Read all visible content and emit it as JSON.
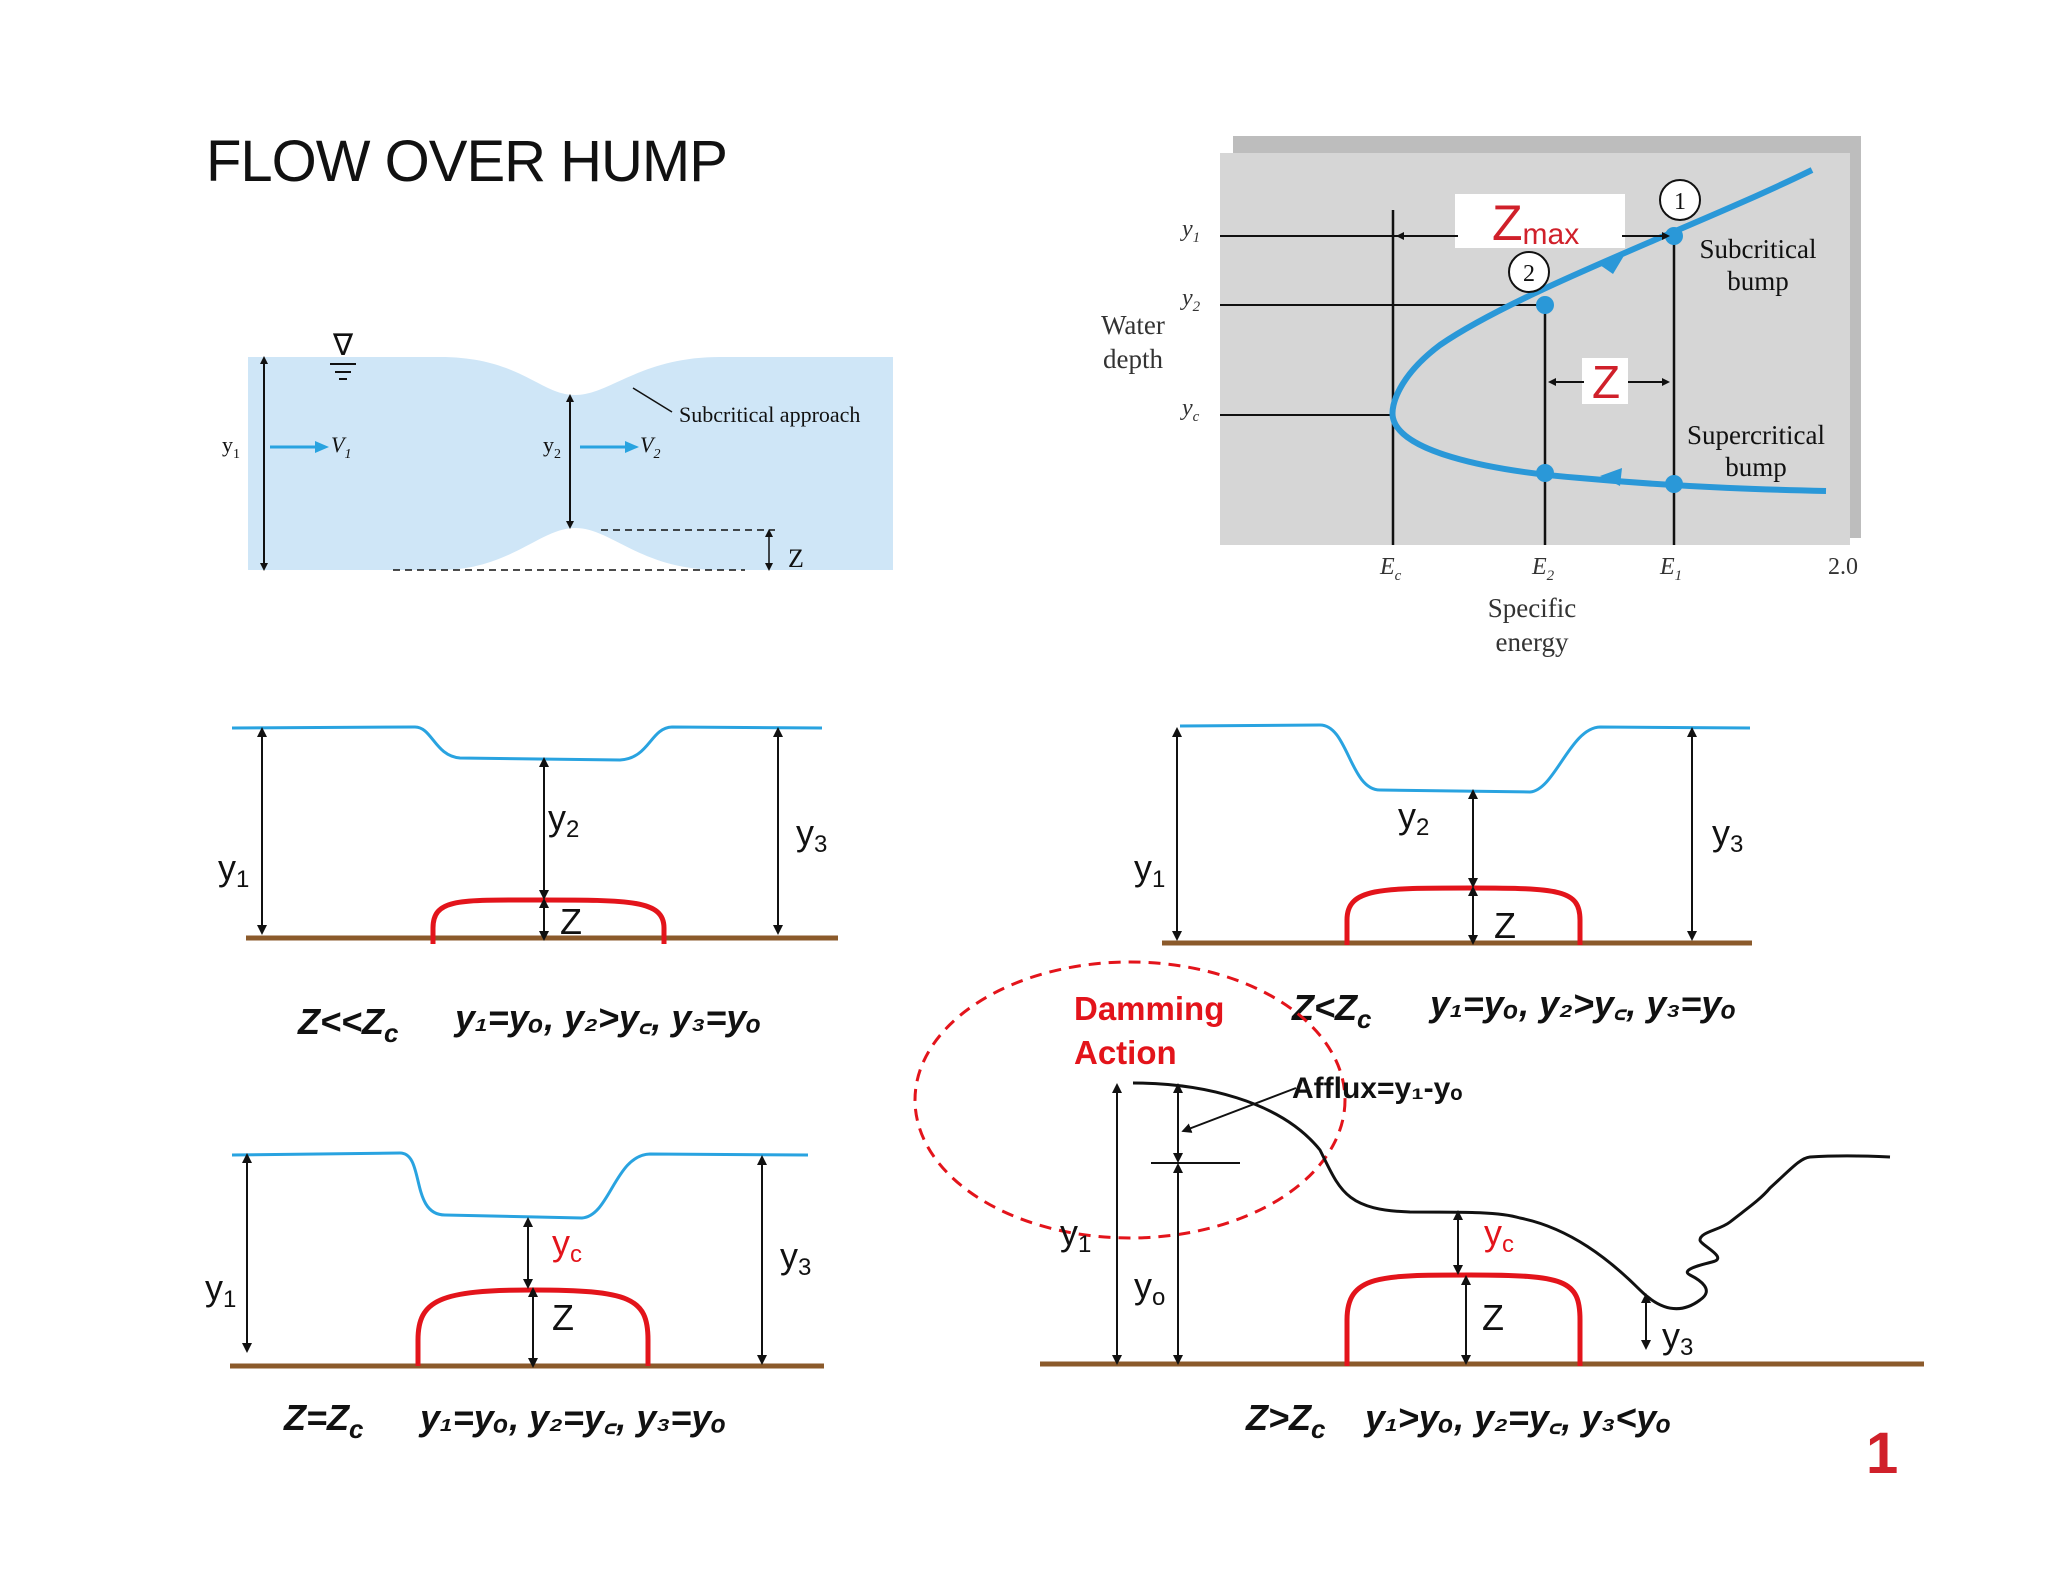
{
  "slide": {
    "title": "FLOW OVER HUMP",
    "number": "1"
  },
  "colors": {
    "water_surface": "#29a3e0",
    "hump": "#e3141b",
    "channel_bed": "#8b5a2b",
    "water_fill": "#cfe6f7",
    "plot_bg": "#d6d6d6",
    "curve": "#2a98d8",
    "emphasis": "#d0202a"
  },
  "approach_diagram": {
    "label_y1": "y",
    "sub_1": "1",
    "label_v1": "V",
    "sub_v1": "1",
    "label_y2": "y",
    "sub_2": "2",
    "label_v2": "V",
    "sub_v2": "2",
    "annotation": "Subcritical approach",
    "label_z": "Z",
    "surface_symbol": "∇"
  },
  "energy_plot": {
    "ylabel_line1": "Water",
    "ylabel_line2": "depth",
    "xlabel_line1": "Specific",
    "xlabel_line2": "energy",
    "y_ticks": [
      {
        "main": "y",
        "sub": "1"
      },
      {
        "main": "y",
        "sub": "2"
      },
      {
        "main": "y",
        "sub": "c"
      }
    ],
    "x_ticks": [
      {
        "main": "E",
        "sub": "c"
      },
      {
        "main": "E",
        "sub": "2"
      },
      {
        "main": "E",
        "sub": "1"
      }
    ],
    "x_end_value": "2.0",
    "zmax_main": "Z",
    "zmax_sub": "max",
    "z_label": "Z",
    "point_1": "1",
    "point_2": "2",
    "subcritical_line1": "Subcritical",
    "subcritical_line2": "bump",
    "supercritical_line1": "Supercritical",
    "supercritical_line2": "bump"
  },
  "case_a": {
    "y1": "y",
    "s1": "1",
    "y2": "y",
    "s2": "2",
    "y3": "y",
    "s3": "3",
    "z": "Z",
    "condition": "Z<<Z",
    "condition_sub": "c",
    "relation": "y₁=yₒ, y₂>y꜀, y₃=yₒ"
  },
  "case_b": {
    "y1": "y",
    "s1": "1",
    "y2": "y",
    "s2": "2",
    "y3": "y",
    "s3": "3",
    "z": "Z",
    "condition": "Z<Z",
    "condition_sub": "c",
    "relation": "y₁=yₒ, y₂>y꜀, y₃=yₒ"
  },
  "case_c": {
    "y1": "y",
    "s1": "1",
    "yc": "y",
    "sc": "c",
    "y3": "y",
    "s3": "3",
    "z": "Z",
    "condition": "Z=Z",
    "condition_sub": "c",
    "relation": "y₁=yₒ, y₂=y꜀, y₃=yₒ"
  },
  "case_d": {
    "damming_line1": "Damming",
    "damming_line2": "Action",
    "afflux": "Afflux=y₁-yₒ",
    "y1": "y",
    "s1": "1",
    "yo": "y",
    "so": "o",
    "yc": "y",
    "sc": "c",
    "y3": "y",
    "s3": "3",
    "z": "Z",
    "condition": "Z>Z",
    "condition_sub": "c",
    "relation": "y₁>yₒ, y₂=y꜀, y₃<yₒ"
  }
}
